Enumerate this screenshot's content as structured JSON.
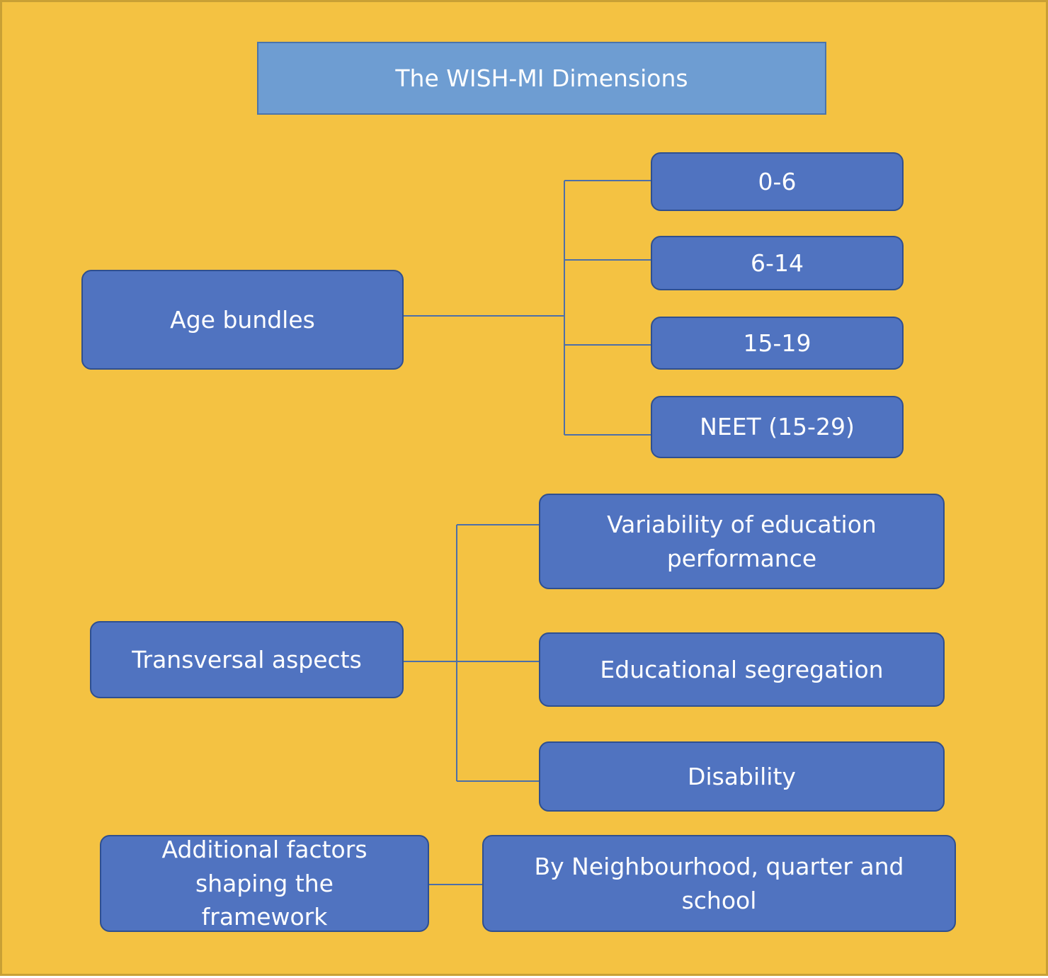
{
  "title": "The WISH-MI Dimensions",
  "colors": {
    "background": "#f4c242",
    "box_fill": "#5073c0",
    "box_border": "#2f4f8f",
    "title_fill": "#6e9dd2",
    "connector": "#4d6fa8",
    "text": "#ffffff"
  },
  "groups": {
    "age": {
      "label": "Age bundles",
      "items": [
        "0-6",
        "6-14",
        "15-19",
        "NEET (15-29)"
      ]
    },
    "transversal": {
      "label": "Transversal aspects",
      "items": [
        "Variability of education performance",
        "Educational segregation",
        "Disability"
      ]
    },
    "additional": {
      "label": "Additional factors shaping the framework",
      "items": [
        "By Neighbourhood, quarter and school"
      ]
    }
  }
}
